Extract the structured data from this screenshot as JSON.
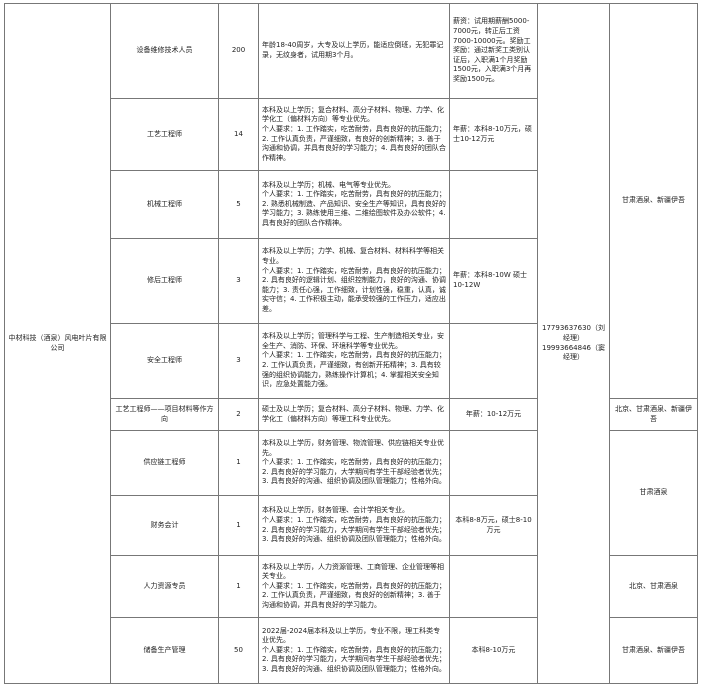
{
  "company": "中材科技（酒泉）风电叶片有限公司",
  "contact": "17793637630（刘经理） 19993664846（窦经理）",
  "rows": [
    {
      "position": "设备维修技术人员",
      "count": "200",
      "requirements": [
        "年龄18-40周岁，大专及以上学历，能适应倒班，无犯罪记录，无纹身者，试用期3个月。"
      ],
      "salary": "薪资：试用期薪酬5000-7000元，转正后工资7000-10000元。奖励工奖励：通过新奖工类别认证后，入职满1个月奖励1500元，入职满3个月再奖励1500元。"
    },
    {
      "position": "工艺工程师",
      "count": "14",
      "requirements": [
        "本科及以上学历；复合材料、高分子材料、物理、力学、化学化工（偏材料方向）等专业优先。",
        "个人要求：1. 工作踏实，吃苦耐劳，具有良好的抗压能力；2. 工作认真负责，严谨细致，有良好的创新精神；3. 善于沟通和协调，并具有良好的学习能力；4. 具有良好的团队合作精神。"
      ],
      "salary": "年薪：本科8-10万元，硕士10-12万元"
    },
    {
      "position": "机械工程师",
      "count": "5",
      "requirements": [
        "本科及以上学历；机械、电气等专业优先。",
        "个人要求：1. 工作踏实，吃苦耐劳，具有良好的抗压能力；2. 熟悉机械制造、产品知识、安全生产等知识，具有良好的学习能力；3. 熟练使用三维、二维绘图软件及办公软件；4. 具有良好的团队合作精神。"
      ],
      "salary": ""
    },
    {
      "position": "修后工程师",
      "count": "3",
      "requirements": [
        "本科及以上学历；力学、机械、复合材料、材料科学等相关专业。",
        "个人要求：1. 工作踏实，吃苦耐劳，具有良好的抗压能力；2. 具有良好的逻辑计划、组织控制能力，良好的沟通、协调能力；3. 责任心强，工作细致，计划性强，稳重，认真，诚实守信；4. 工作积极主动，能承受较强的工作压力，适应出差。"
      ],
      "salary": "年薪：本科8-10W 硕士10-12W"
    },
    {
      "position": "安全工程师",
      "count": "3",
      "requirements": [
        "本科及以上学历；管理科学与工程、生产制造相关专业，安全生产、消防、环保、环境科学等专业优先。",
        "个人要求：1. 工作踏实，吃苦耐劳，具有良好的抗压能力；2. 工作认真负责，严谨细致，有创新开拓精神；3. 具有较强的组织协调能力，熟练操作计算机；4. 掌握相关安全知识，应急处置能力强。"
      ],
      "salary": ""
    },
    {
      "position": "工艺工程师——项目材料等作方向",
      "count": "2",
      "requirements": [
        "硕士及以上学历；复合材料、高分子材料、物理、力学、化学化工（偏材料方向）等理工科专业优先。"
      ],
      "salary": "年薪：10-12万元",
      "location": "北京、甘肃酒泉、新疆伊吾"
    },
    {
      "position": "供应链工程师",
      "count": "1",
      "requirements": [
        "本科及以上学历，财务管理、物流管理、供应链相关专业优先。",
        "个人要求：1. 工作踏实，吃苦耐劳，具有良好的抗压能力；2. 具有良好的学习能力，大学期间有学生干部经验者优先；3. 具有良好的沟通、组织协调及团队管理能力；性格外向。"
      ],
      "salary": ""
    },
    {
      "position": "财务会计",
      "count": "1",
      "requirements": [
        "本科及以上学历，财务管理、会计学相关专业。",
        "个人要求：1. 工作踏实，吃苦耐劳，具有良好的抗压能力；2. 具有良好的学习能力，大学期间有学生干部经验者优先；3. 具有良好的沟通、组织协调及团队管理能力；性格外向。"
      ],
      "salary": "本科8-8万元，硕士8-10万元",
      "location": "甘肃酒泉"
    },
    {
      "position": "人力资源专员",
      "count": "1",
      "requirements": [
        "本科及以上学历，人力资源管理、工商管理、企业管理等相关专业。",
        "个人要求：1. 工作踏实，吃苦耐劳，具有良好的抗压能力；2. 工作认真负责，严谨细致，有良好的创新精神；3. 善于沟通和协调，并具有良好的学习能力。"
      ],
      "salary": "",
      "location": "北京、甘肃酒泉"
    },
    {
      "position": "储备生产管理",
      "count": "50",
      "requirements": [
        "2022届-2024届本科及以上学历，专业不限，理工科类专业优先。",
        "个人要求：1. 工作踏实，吃苦耐劳，具有良好的抗压能力；2. 具有良好的学习能力，大学期间有学生干部经验者优先；3. 具有良好的沟通、组织协调及团队管理能力；性格外向。"
      ],
      "salary": "本科8-10万元",
      "location": "甘肃酒泉、新疆伊吾"
    }
  ],
  "location_block_1": "甘肃酒泉、新疆伊吾"
}
